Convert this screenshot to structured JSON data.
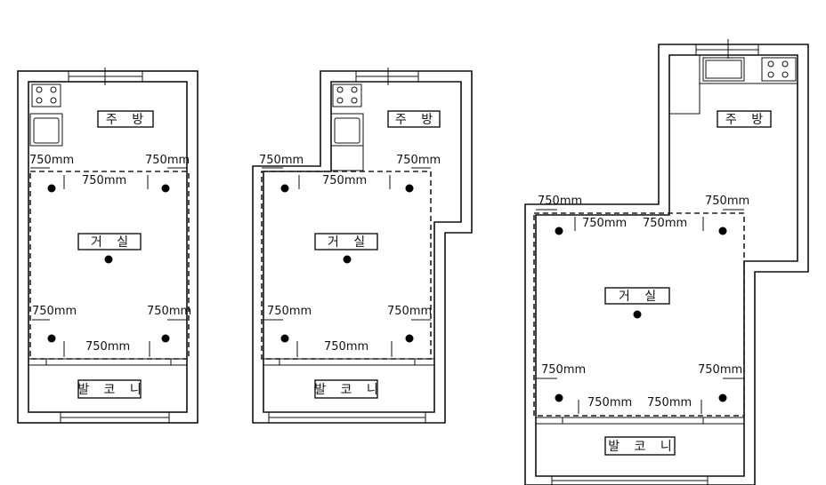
{
  "plans": [
    {
      "kitchen": "주 방",
      "living": "거 실",
      "balcony": "발 코 니",
      "dims": [
        "750mm",
        "750mm",
        "750mm",
        "750mm",
        "750mm",
        "750mm"
      ]
    },
    {
      "kitchen": "주 방",
      "living": "거 실",
      "balcony": "발 코 니",
      "dims": [
        "750mm",
        "750mm",
        "750mm",
        "750mm",
        "750mm",
        "750mm"
      ]
    },
    {
      "kitchen": "주 방",
      "living": "거 실",
      "balcony": "발 코 니",
      "dims": [
        "750mm",
        "750mm",
        "750mm",
        "750mm",
        "750mm",
        "750mm",
        "750mm",
        "750mm"
      ]
    }
  ]
}
